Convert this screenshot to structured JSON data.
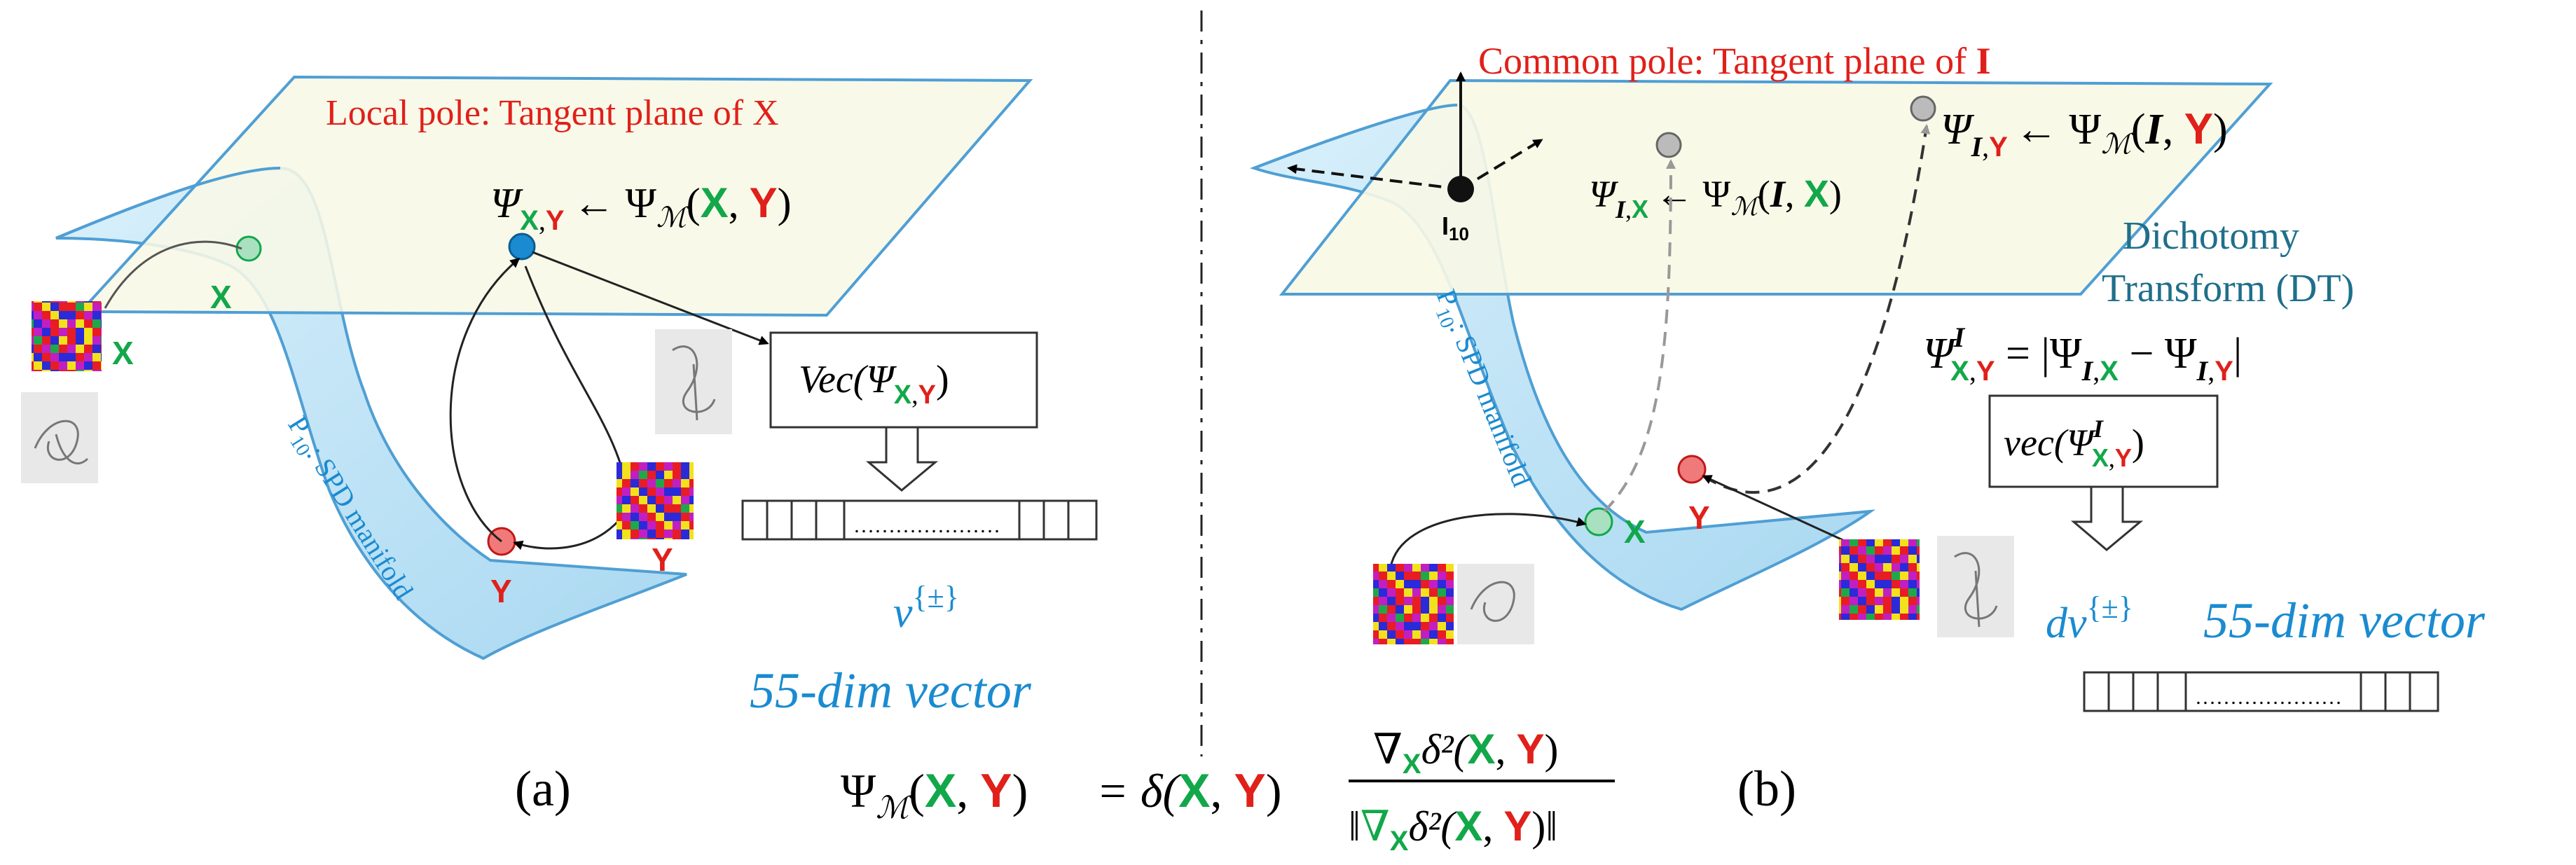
{
  "colors": {
    "red": "#e0201a",
    "green": "#12a84a",
    "blue": "#1a8bd0",
    "teal": "#1f6f8b",
    "plane_fill": "#f8f8e6",
    "plane_stroke": "#4f9fd4",
    "manifold_fill": "#bfe3f6"
  },
  "panel_a": {
    "title": "Local pole: Tangent plane of X",
    "label": "(a)",
    "point_x": "X",
    "point_y": "Y",
    "psi": "Ψ",
    "psi_sub_x": "X",
    "psi_sub_sep": ",",
    "psi_sub_y": "Υ",
    "psi_rhs_prefix": "← Ψ",
    "psi_rhs_m": "ℳ",
    "psi_rhs_open": "(",
    "psi_rhs_x": "X",
    "psi_rhs_sep": ", ",
    "psi_rhs_y": "Υ",
    "psi_rhs_close": ")",
    "vec_prefix": "Vec(Ψ",
    "vec_sub_x": "X",
    "vec_sub_sep": ",",
    "vec_sub_y": "Υ",
    "vec_close": ")",
    "vector_dots": "…………………",
    "v_label": "v",
    "v_sup": "{±}",
    "dim_label": "55-dim vector",
    "manifold_label": "P",
    "manifold_sub": "10",
    "manifold_suffix": ": SPD manifold",
    "img_x_label": "X",
    "img_y_label": "Y"
  },
  "panel_b": {
    "title_prefix": "Common pole: Tangent plane of ",
    "title_bold": "I",
    "label": "(b)",
    "i10": "I",
    "i10_sub": "10",
    "psi_i_y_lhs": "Ψ",
    "psi_i_y_sub_i": "I",
    "psi_i_y_sub_sep": ",",
    "psi_i_y_sub_y": "Y",
    "psi_i_y_rhs": "← Ψ",
    "psi_i_y_m": "ℳ",
    "psi_i_y_args_open": "(",
    "psi_i_y_arg_i": "I",
    "psi_i_y_arg_sep": ", ",
    "psi_i_y_arg_y": "Y",
    "psi_i_y_args_close": ")",
    "psi_i_x_lhs": "Ψ",
    "psi_i_x_sub_i": "I",
    "psi_i_x_sub_sep": ",",
    "psi_i_x_sub_x": "X",
    "psi_i_x_rhs": "← Ψ",
    "psi_i_x_m": "ℳ",
    "psi_i_x_args_open": "(",
    "psi_i_x_arg_i": "I",
    "psi_i_x_arg_sep": ", ",
    "psi_i_x_arg_x": "X",
    "psi_i_x_args_close": ")",
    "dt_line1": "Dichotomy",
    "dt_line2": "Transform (DT)",
    "dt_eq_lhs": "Ψ",
    "dt_eq_sup": "I",
    "dt_eq_sub_x": "X",
    "dt_eq_sub_sep": ",",
    "dt_eq_sub_y": "Υ",
    "dt_eq_mid": " = |Ψ",
    "dt_eq_t1_i": "I",
    "dt_eq_t1_sep": ",",
    "dt_eq_t1_x": "X",
    "dt_eq_minus": " − Ψ",
    "dt_eq_t2_i": "I",
    "dt_eq_t2_sep": ",",
    "dt_eq_t2_y": "Υ",
    "dt_eq_close": "|",
    "vec_prefix": "vec(Ψ",
    "vec_sup": "I",
    "vec_sub_x": "X",
    "vec_sub_sep": ",",
    "vec_sub_y": "Υ",
    "vec_close": ")",
    "dv_label": "dv",
    "dv_sup": "{±}",
    "dim_label": "55-dim vector",
    "vector_dots": "…………………",
    "manifold_label": "P",
    "manifold_sub": "10",
    "manifold_suffix": ": SPD manifold",
    "point_x": "X",
    "point_y": "Y"
  },
  "formula": {
    "lhs": "Ψ",
    "lhs_m": "ℳ",
    "lhs_open": "(",
    "lhs_x": "X",
    "lhs_sep": ", ",
    "lhs_y": "Υ",
    "lhs_close": ")",
    "eq": "= δ(",
    "eq_x": "X",
    "eq_sep": ", ",
    "eq_y": "Υ",
    "eq_close": ")",
    "num_nabla": "∇",
    "num_sub": "X",
    "num_rest": "δ²(",
    "num_x": "X",
    "num_sep": ", ",
    "num_y": "Υ",
    "num_close": ")",
    "den_open": "‖",
    "den_nabla": "∇",
    "den_sub": "X",
    "den_rest": "δ²(",
    "den_x": "X",
    "den_sep": ", ",
    "den_y": "Υ",
    "den_close": ")‖"
  }
}
